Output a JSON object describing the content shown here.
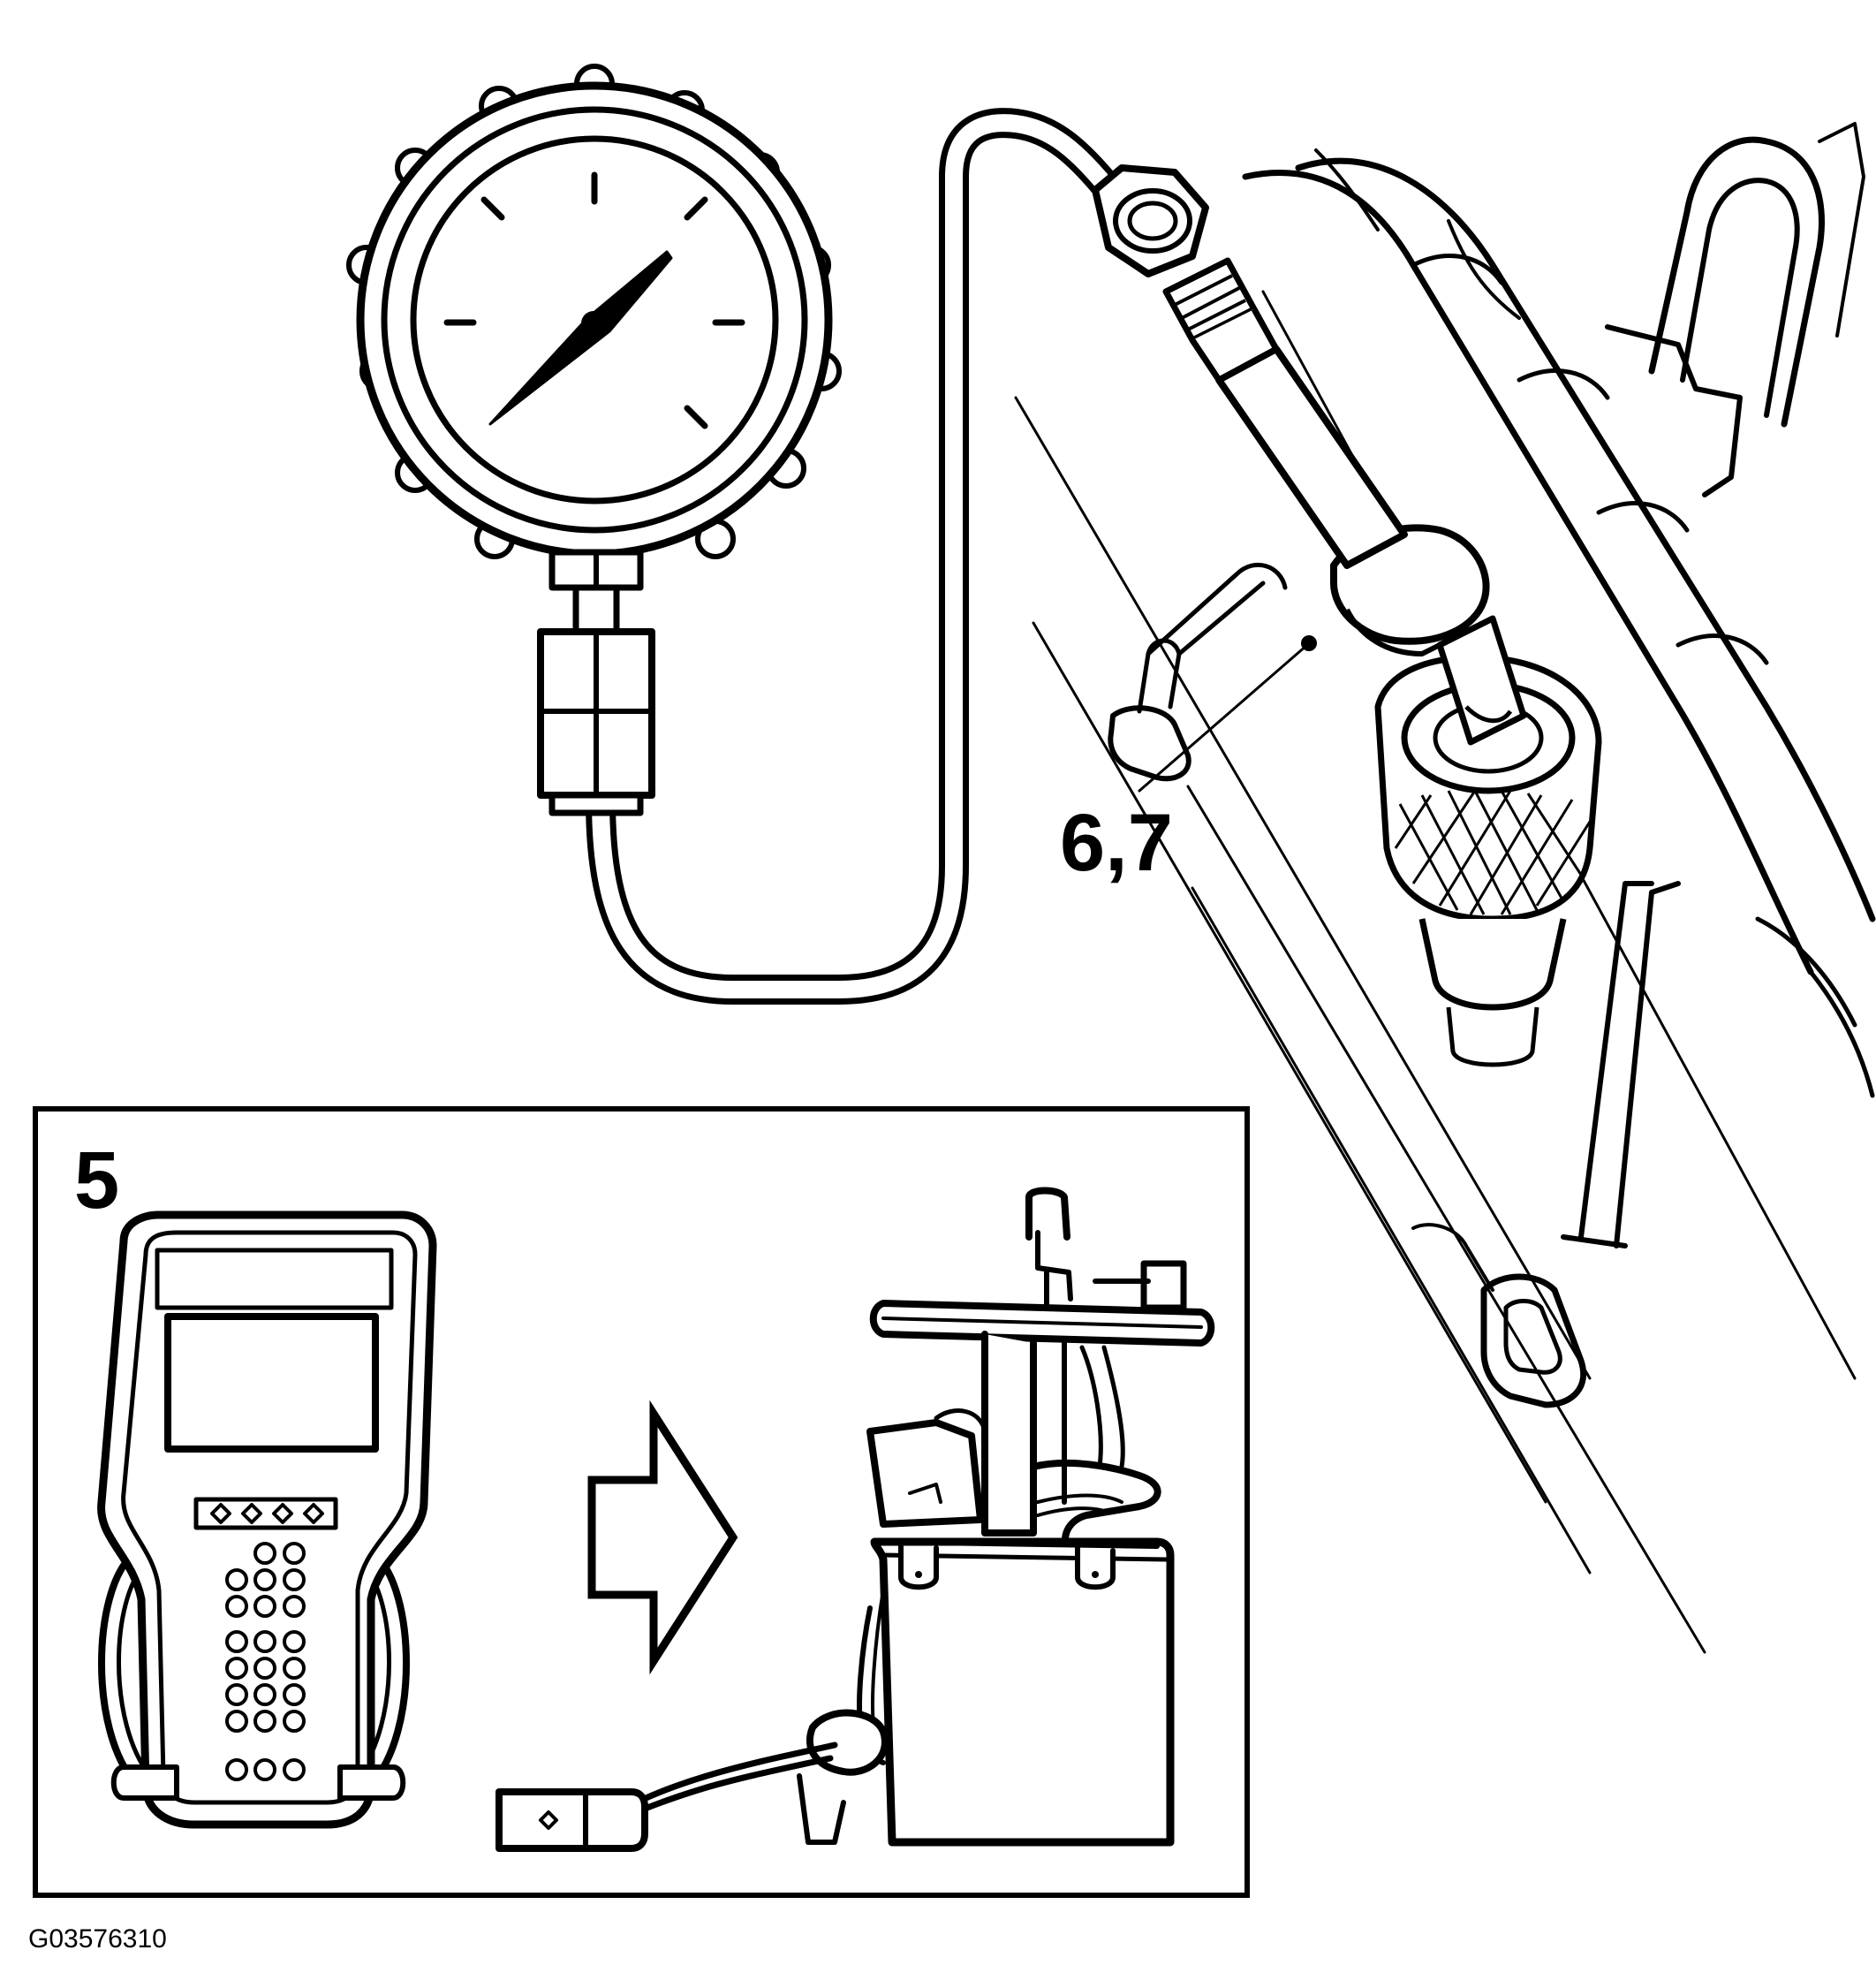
{
  "callouts": {
    "gauge_step": "6,7",
    "inset_step": "5"
  },
  "figure_id": "G03576310",
  "colors": {
    "line": "#000000",
    "background": "#ffffff"
  },
  "icons": [
    "pressure-gauge-icon",
    "fuel-rail-icon",
    "scan-tool-icon",
    "arrow-right-icon",
    "fuel-pump-module-icon"
  ]
}
